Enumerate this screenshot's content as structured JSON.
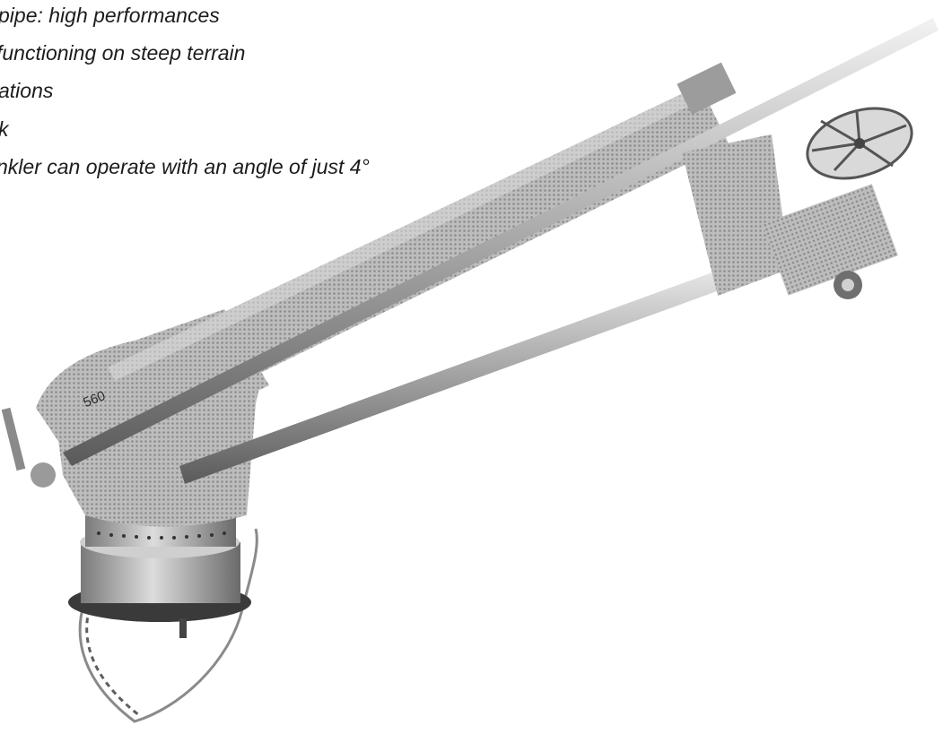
{
  "caption": {
    "lines": [
      "pipe: high performances",
      "functioning on steep terrain",
      "ations",
      "k",
      "nkler can operate with an angle of just 4°"
    ]
  },
  "photo": {
    "subject_icon": "sprinkler-gun-icon",
    "model_marking": "560",
    "tone": "#9a9a9a"
  }
}
